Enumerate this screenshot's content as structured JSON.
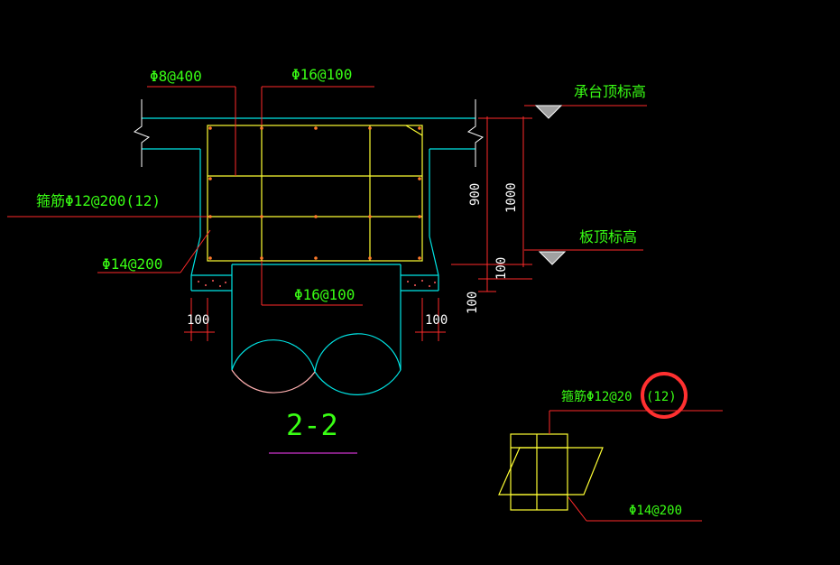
{
  "colors": {
    "background": "#000000",
    "concrete": "#00e5e5",
    "rebar": "#ffff33",
    "leader": "#ff2a2a",
    "label": "#39ff14",
    "dimension": "#ffffff",
    "pile_arc": "#ffb0b0",
    "underline": "#cc33cc",
    "highlight": "#ff3030",
    "elevation_mark": "#a0a0a0"
  },
  "labels": {
    "rebar_phi8": "Φ8@400",
    "rebar_phi16_top": "Φ16@100",
    "rebar_stirrup": "箍筋Φ12@200(12)",
    "rebar_phi14": "Φ14@200",
    "rebar_phi16_bottom": "Φ16@100",
    "elev_cap_top": "承台顶标高",
    "elev_slab_top": "板顶标高",
    "section_title": "2-2"
  },
  "dimensions": {
    "d900": "900",
    "d1000": "1000",
    "d100_right_top": "100",
    "d100_right_bottom": "100",
    "d100_left": "100",
    "d100_right": "100"
  },
  "detail": {
    "stirrup_label_main": "箍筋Φ12@20",
    "stirrup_label_count": "(12)",
    "phi14_label": "Φ14@200"
  }
}
